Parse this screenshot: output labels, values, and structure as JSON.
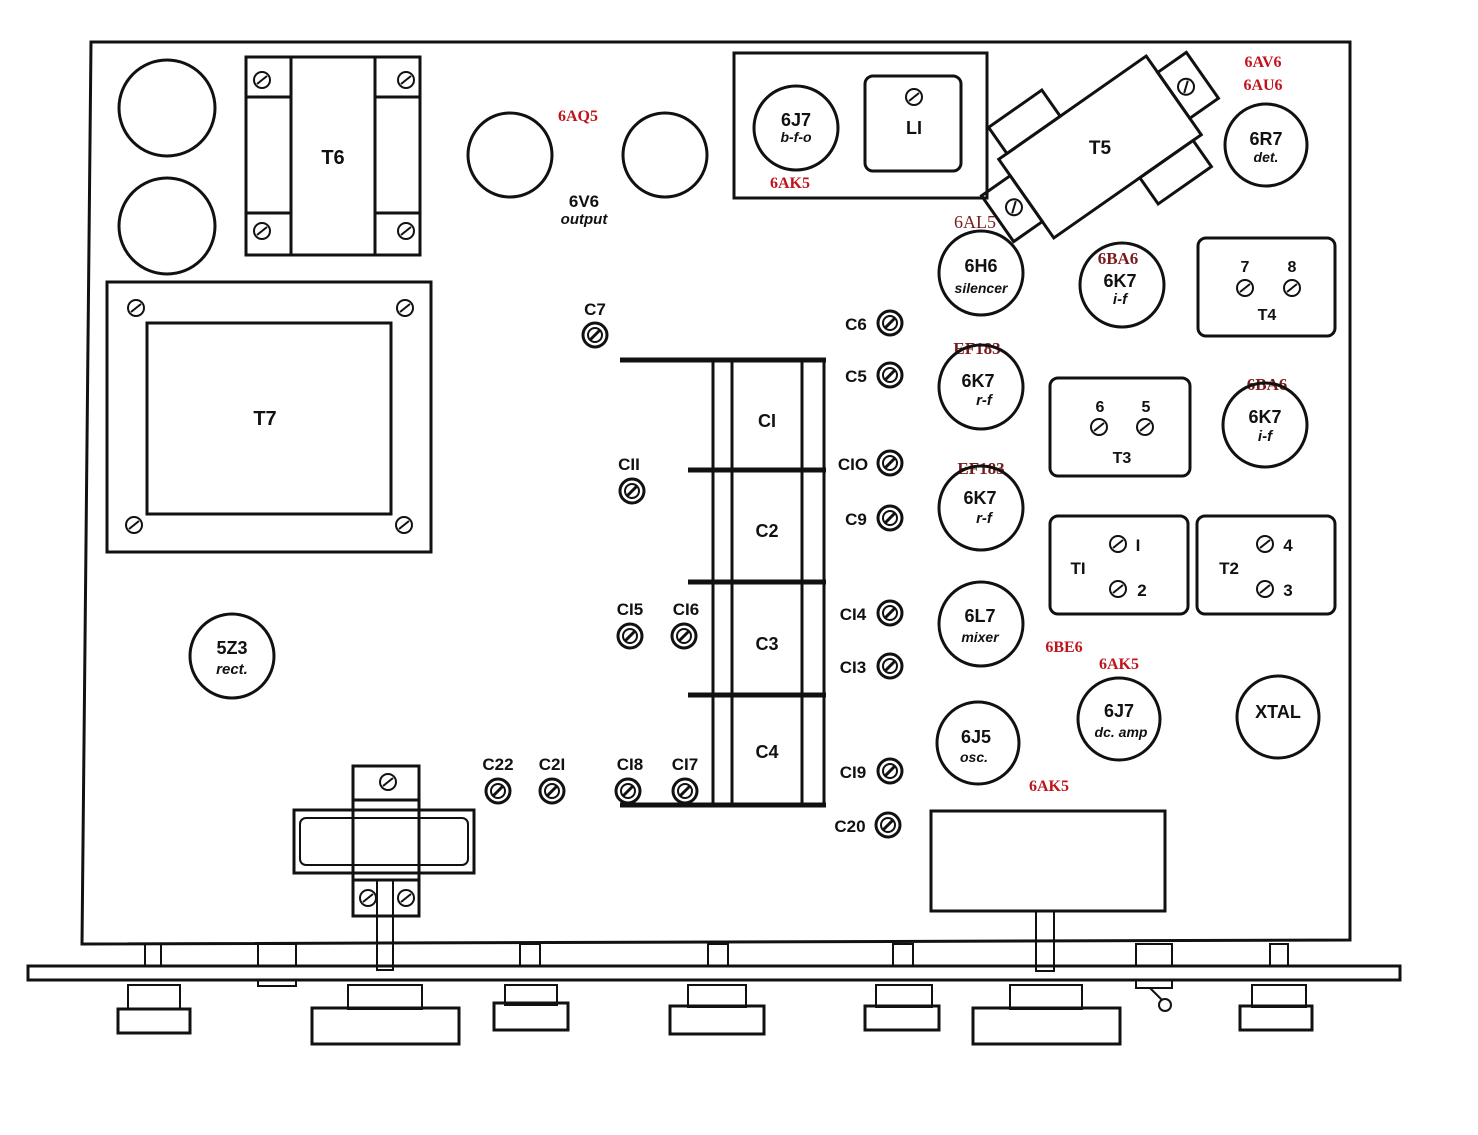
{
  "colors": {
    "ink": "#111111",
    "annotation_bright": "#c0141c",
    "annotation_dark": "#7a1a1a",
    "background": "#ffffff"
  },
  "transformers": {
    "t6": "T6",
    "t7": "T7",
    "t5": "T5",
    "l1": "LI",
    "t4": {
      "label": "T4",
      "pins": [
        "7",
        "8"
      ]
    },
    "t3": {
      "label": "T3",
      "pins": [
        "6",
        "5"
      ]
    },
    "t1": {
      "label": "TI",
      "pins": [
        "I",
        "2"
      ]
    },
    "t2": {
      "label": "T2",
      "pins": [
        "4",
        "3"
      ]
    }
  },
  "tubes": {
    "v6j7_bfo": {
      "type": "6J7",
      "function": "b-f-o",
      "replacement": "6AK5"
    },
    "v6r7": {
      "type": "6R7",
      "function": "det.",
      "replacement": "6AV6",
      "replacement2": "6AU6"
    },
    "v6v6": {
      "type": "6V6",
      "function": "output",
      "replacement": "6AQ5"
    },
    "v6h6": {
      "type": "6H6",
      "function": "silencer",
      "replacement": "6AL5"
    },
    "v6k7_if1": {
      "type": "6K7",
      "function": "i-f",
      "replacement": "6BA6"
    },
    "v6k7_rf1": {
      "type": "6K7",
      "function": "r-f",
      "replacement": "EF183"
    },
    "v6k7_if2": {
      "type": "6K7",
      "function": "i-f",
      "replacement": "6BA6"
    },
    "v6k7_rf2": {
      "type": "6K7",
      "function": "r-f",
      "replacement": "EF183"
    },
    "v6l7": {
      "type": "6L7",
      "function": "mixer",
      "replacement": "6BE6"
    },
    "v6j5": {
      "type": "6J5",
      "function": "osc.",
      "replacement": "6AK5"
    },
    "v6j7_dc": {
      "type": "6J7",
      "function": "dc. amp",
      "replacement": "6AK5"
    },
    "xtal": {
      "type": "XTAL"
    },
    "v5z3": {
      "type": "5Z3",
      "function": "rect."
    }
  },
  "gang_caps": [
    "CI",
    "C2",
    "C3",
    "C4"
  ],
  "trimmers": {
    "c7": "C7",
    "c6": "C6",
    "c5": "C5",
    "c11": "CII",
    "c10": "CIO",
    "c9": "C9",
    "c15": "CI5",
    "c16": "CI6",
    "c14": "CI4",
    "c13": "CI3",
    "c22": "C22",
    "c21": "C2I",
    "c18": "CI8",
    "c17": "CI7",
    "c19": "CI9",
    "c20": "C20"
  }
}
